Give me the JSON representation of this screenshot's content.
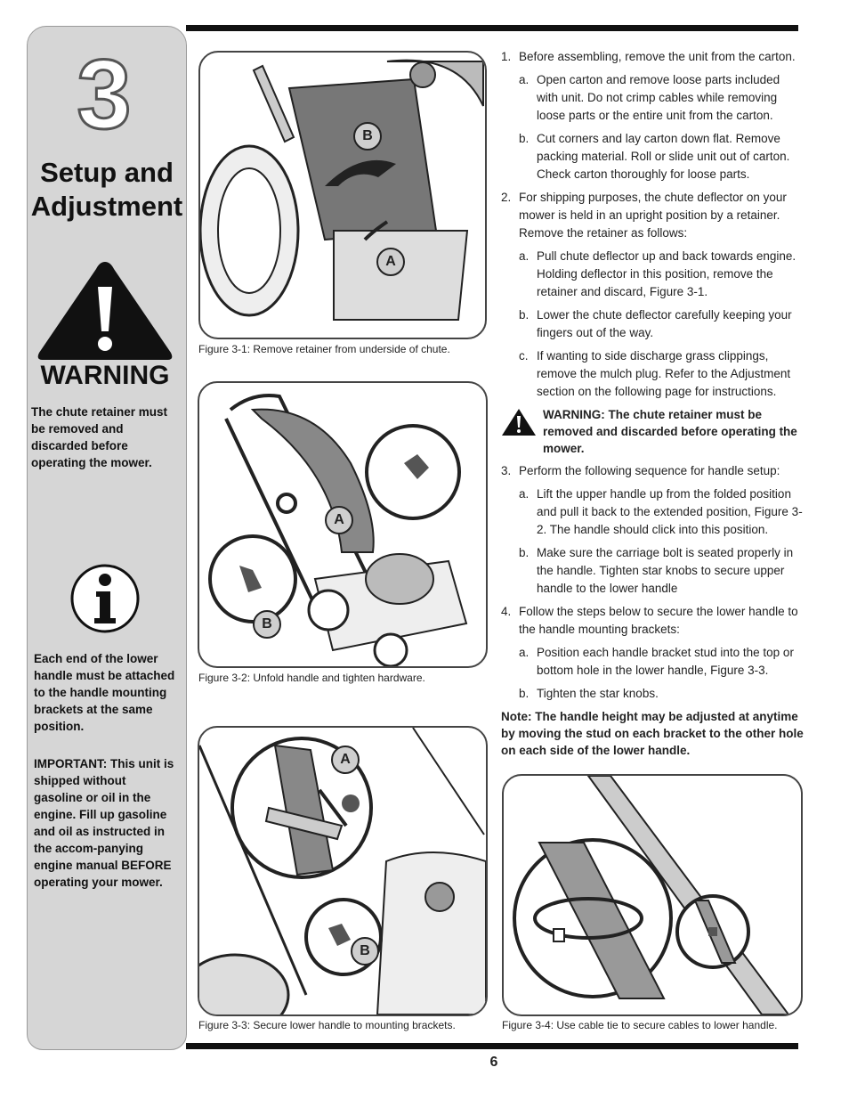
{
  "sidebar": {
    "chapter_number": "3",
    "chapter_title_line1": "Setup and",
    "chapter_title_line2": "Adjustment",
    "warning_label": "WARNING",
    "warning_text": "The chute retainer must be removed and discarded before operating the mower.",
    "info_text": "Each end of the lower handle must be attached to the handle mounting brackets at the same position.",
    "important_text": "IMPORTANT: This unit is shipped without gasoline or oil in the engine. Fill up gasoline and oil as instructed in the accom-panying engine manual BEFORE operating your mower."
  },
  "figures": {
    "fig1": {
      "caption": "Figure 3-1: Remove retainer from underside of chute.",
      "callouts": [
        "B",
        "A"
      ]
    },
    "fig2": {
      "caption": "Figure 3-2: Unfold handle and tighten hardware.",
      "callouts": [
        "A",
        "B"
      ]
    },
    "fig3": {
      "caption": "Figure 3-3: Secure lower handle to mounting brackets.",
      "callouts": [
        "A",
        "B"
      ]
    },
    "fig4": {
      "caption": "Figure 3-4: Use cable tie to secure cables to lower handle."
    }
  },
  "instructions": {
    "step1": {
      "num": "1.",
      "text": "Before assembling, remove the unit from the carton.",
      "a": {
        "let": "a.",
        "text": "Open carton and remove loose parts included with unit. Do not crimp cables while removing loose parts or the entire unit from the carton."
      },
      "b": {
        "let": "b.",
        "text": "Cut corners and lay carton down flat. Remove packing material. Roll or slide unit out of carton. Check carton thoroughly for loose parts."
      }
    },
    "step2": {
      "num": "2.",
      "text": "For shipping purposes, the chute deflector on your mower is held in an upright position by a retainer. Remove the retainer as follows:",
      "a": {
        "let": "a.",
        "text": "Pull chute deflector up and back towards engine. Holding deflector in this position, remove the retainer and discard, Figure 3-1."
      },
      "b": {
        "let": "b.",
        "text": "Lower the chute deflector carefully keeping your fingers out of the way."
      },
      "c": {
        "let": "c.",
        "text": "If wanting to side discharge grass clippings, remove the mulch plug. Refer to the Adjustment section on the following page for instructions."
      }
    },
    "inline_warning": "WARNING: The chute retainer must be removed and discarded before operating the mower.",
    "step3": {
      "num": "3.",
      "text": "Perform the following sequence for handle setup:",
      "a": {
        "let": "a.",
        "text": "Lift the upper handle up from the folded position and pull it back to the extended position, Figure 3-2. The handle should click into this position."
      },
      "b": {
        "let": "b.",
        "text": "Make sure the carriage bolt is seated properly in the handle. Tighten star knobs to secure upper handle to the lower handle"
      }
    },
    "step4": {
      "num": "4.",
      "text": "Follow the steps below to secure the lower handle to the handle mounting brackets:",
      "a": {
        "let": "a.",
        "text": "Position each handle bracket stud into the top or bottom hole in the lower handle, Figure 3-3."
      },
      "b": {
        "let": "b.",
        "text": "Tighten the star knobs."
      }
    },
    "note": "Note: The handle height may be adjusted at anytime by moving the stud on each bracket to the other hole on each side of the lower handle."
  },
  "page_number": "6"
}
